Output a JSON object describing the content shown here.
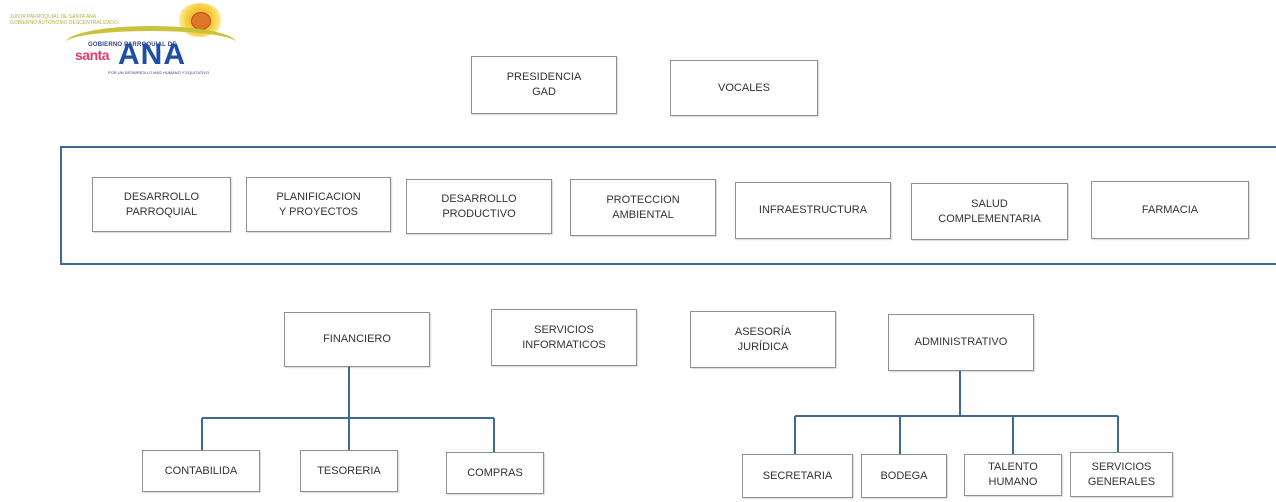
{
  "logo": {
    "top_text": "JUNTA PARROQUIAL DE SANTA ANA\nGOBIERNO AUTÓNOMO DESCENTRALIZADO",
    "subtitle": "GOBIERNO PARROQUIAL DE",
    "name_script": "santa",
    "name_main": "ANA",
    "tagline": "POR UN DESARROLLO MÁS HUMANO Y EQUITATIVO"
  },
  "top": {
    "presidencia": "PRESIDENCIA\nGAD",
    "vocales": "VOCALES"
  },
  "commissions": {
    "desarrollo_parroquial": "DESARROLLO\nPARROQUIAL",
    "planificacion": "PLANIFICACION\nY PROYECTOS",
    "desarrollo_productivo": "DESARROLLO\nPRODUCTIVO",
    "proteccion_ambiental": "PROTECCION\nAMBIENTAL",
    "infraestructura": "INFRAESTRUCTURA",
    "salud": "SALUD\nCOMPLEMENTARIA",
    "farmacia": "FARMACIA"
  },
  "departments": {
    "financiero": "FINANCIERO",
    "servicios_informaticos": "SERVICIOS\nINFORMATICOS",
    "asesoria": "ASESORÍA\nJURÍDICA",
    "administrativo": "ADMINISTRATIVO"
  },
  "units": {
    "contabilida": "CONTABILIDA",
    "tesoreria": "TESORERIA",
    "compras": "COMPRAS",
    "secretaria": "SECRETARIA",
    "bodega": "BODEGA",
    "talento_humano": "TALENTO\nHUMANO",
    "servicios_generales": "SERVICIOS\nGENERALES"
  },
  "colors": {
    "frame": "#3d6a93",
    "connector": "#3d6a93",
    "box_border": "#8f8f8f"
  }
}
